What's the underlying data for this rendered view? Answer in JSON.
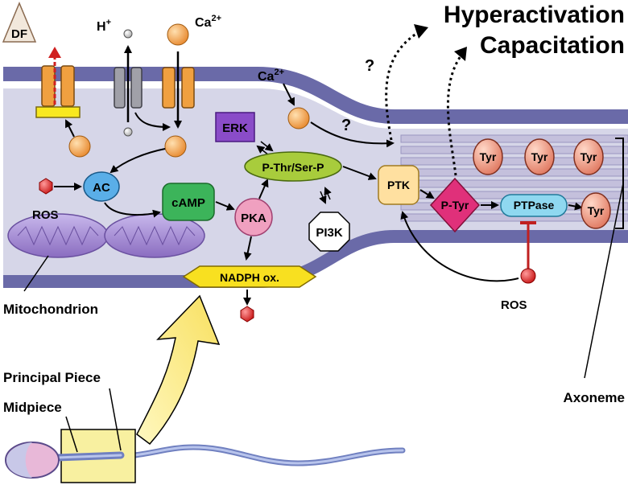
{
  "title": {
    "line1": "Hyperactivation",
    "line2": "Capacitation"
  },
  "labels": {
    "df": "DF",
    "h_plus": "H",
    "h_sup": "+",
    "ca_top": "Ca",
    "ca_top_sup": "2+",
    "ca_mid": "Ca",
    "ca_mid_sup": "2+",
    "question_top": "?",
    "question_mid": "?",
    "ros_left": "ROS",
    "ros_right": "ROS",
    "mitochondrion": "Mitochondrion",
    "principal_piece": "Principal Piece",
    "midpiece": "Midpiece",
    "axoneme": "Axoneme"
  },
  "nodes": {
    "erk": "ERK",
    "ac": "AC",
    "camp": "cAMP",
    "pthr": "P-Thr/Ser-P",
    "pka": "PKA",
    "pi3k": "PI3K",
    "nadph": "NADPH ox.",
    "ptk": "PTK",
    "ptyr": "P-Tyr",
    "ptpase": "PTPase",
    "tyr": [
      "Tyr",
      "Tyr",
      "Tyr",
      "Tyr"
    ]
  },
  "colors": {
    "membrane": "#6a6aa8",
    "cytoplasm": "#d6d6e8",
    "calcium": "#f0a050",
    "ac": "#5aaee8",
    "camp": "#3cb45a",
    "pthr": "#a8cc3c",
    "pka": "#f0a0c0",
    "erk": "#8a4cc8",
    "nadph": "#f8e020",
    "ptk": "#ffe0a0",
    "ptyr": "#e0307a",
    "ptpase": "#8fd8f0",
    "tyr": "#f0a080",
    "ros": "#e02828",
    "mitochondrion": "#9a80c8",
    "highlight_box": "#f8f0a0"
  }
}
